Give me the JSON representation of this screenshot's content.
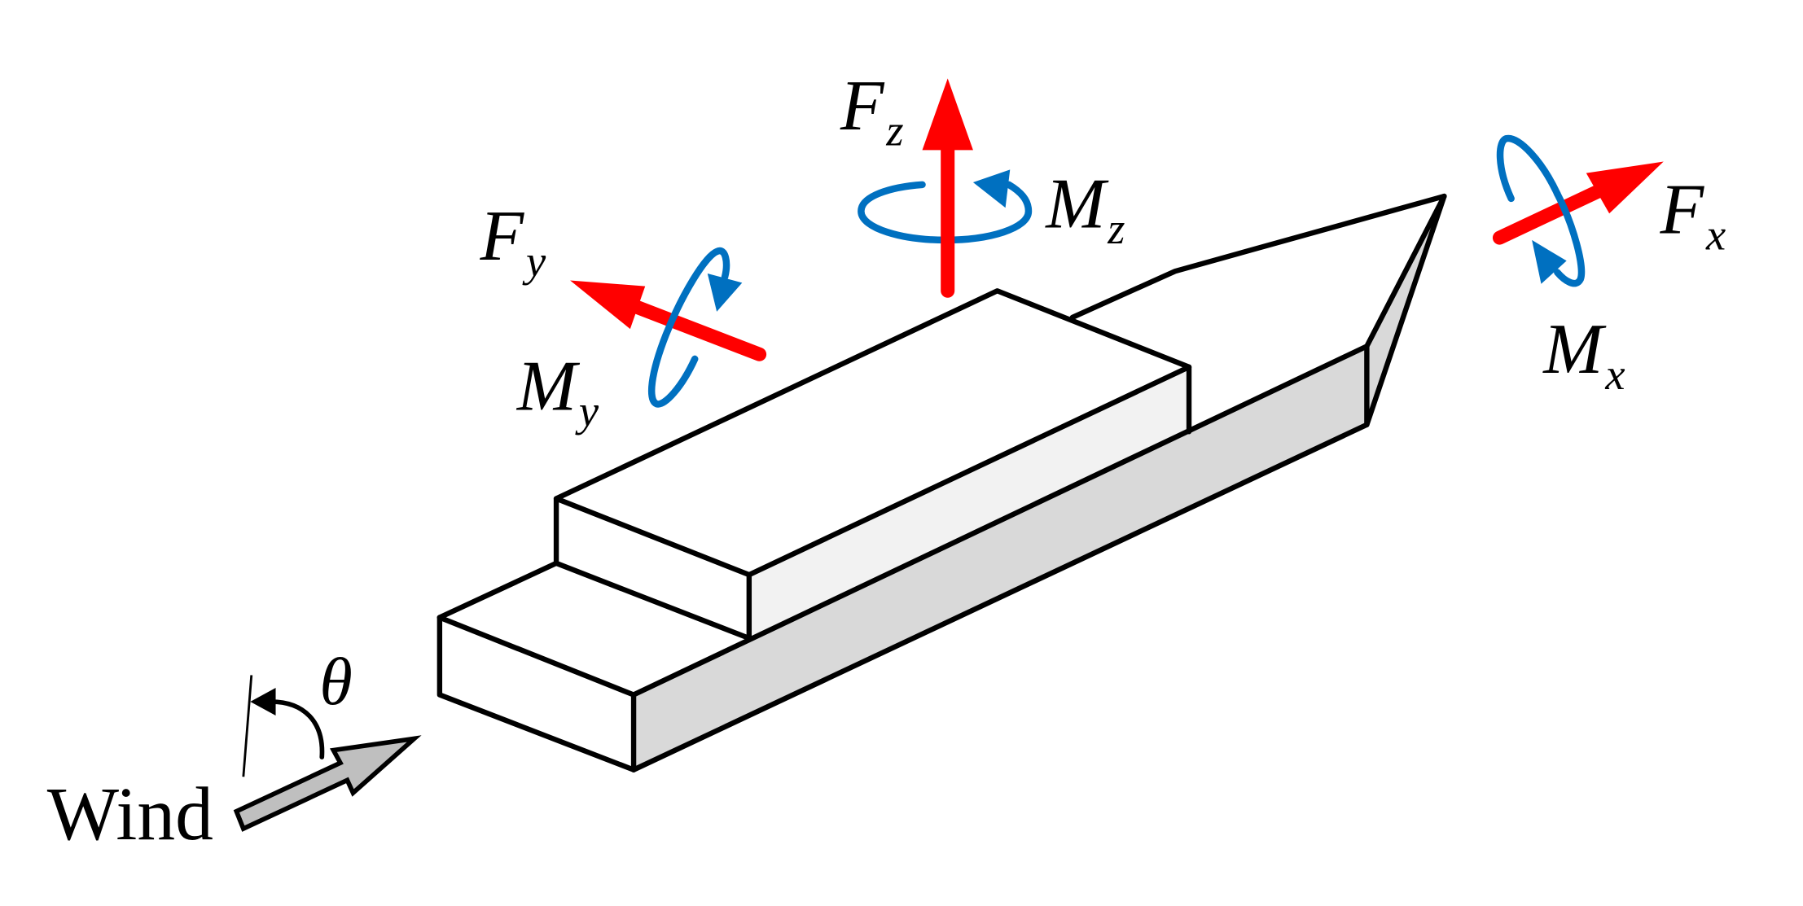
{
  "labels": {
    "fx": {
      "main": "F",
      "sub": "x"
    },
    "fy": {
      "main": "F",
      "sub": "y"
    },
    "fz": {
      "main": "F",
      "sub": "z"
    },
    "mx": {
      "main": "M",
      "sub": "x"
    },
    "my": {
      "main": "M",
      "sub": "y"
    },
    "mz": {
      "main": "M",
      "sub": "z"
    },
    "theta": "θ",
    "wind": "Wind"
  },
  "colors": {
    "force": "#ff0000",
    "moment": "#0070c0",
    "wind_arrow_fill": "#bfbfbf",
    "outline": "#000000",
    "hull_side": "#d9d9d9",
    "superstructure_side": "#f2f2f2"
  }
}
